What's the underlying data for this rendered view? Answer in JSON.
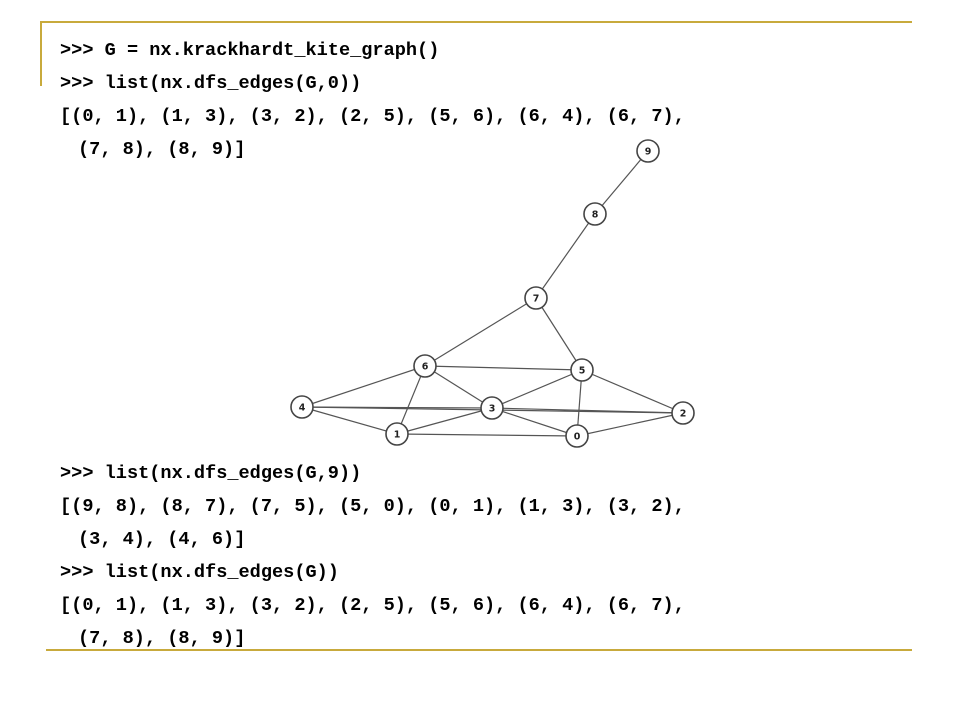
{
  "session": {
    "block1": {
      "line1": ">>> G = nx.krackhardt_kite_graph()",
      "line2": ">>> list(nx.dfs_edges(G,0))",
      "line3": "[(0, 1), (1, 3), (3, 2), (2, 5), (5, 6), (6, 4), (6, 7),",
      "line4": "(7, 8), (8, 9)]"
    },
    "block2": {
      "line1": ">>> list(nx.dfs_edges(G,9))",
      "line2": "[(9, 8), (8, 7), (7, 5), (5, 0), (0, 1), (1, 3), (3, 2),",
      "line3": "(3, 4), (4, 6)]"
    },
    "block3": {
      "line1": ">>> list(nx.dfs_edges(G))",
      "line2": "[(0, 1), (1, 3), (3, 2), (2, 5), (5, 6), (6, 4), (6, 7),",
      "line3": "(7, 8), (8, 9)]"
    }
  },
  "graph": {
    "nodes": [
      {
        "id": "0",
        "label": "0"
      },
      {
        "id": "1",
        "label": "1"
      },
      {
        "id": "2",
        "label": "2"
      },
      {
        "id": "3",
        "label": "3"
      },
      {
        "id": "4",
        "label": "4"
      },
      {
        "id": "5",
        "label": "5"
      },
      {
        "id": "6",
        "label": "6"
      },
      {
        "id": "7",
        "label": "7"
      },
      {
        "id": "8",
        "label": "8"
      },
      {
        "id": "9",
        "label": "9"
      }
    ],
    "edges": [
      [
        "4",
        "6"
      ],
      [
        "4",
        "1"
      ],
      [
        "4",
        "3"
      ],
      [
        "4",
        "2"
      ],
      [
        "6",
        "1"
      ],
      [
        "6",
        "3"
      ],
      [
        "6",
        "5"
      ],
      [
        "6",
        "7"
      ],
      [
        "1",
        "3"
      ],
      [
        "1",
        "0"
      ],
      [
        "3",
        "5"
      ],
      [
        "3",
        "0"
      ],
      [
        "3",
        "2"
      ],
      [
        "5",
        "0"
      ],
      [
        "5",
        "2"
      ],
      [
        "5",
        "7"
      ],
      [
        "0",
        "2"
      ],
      [
        "7",
        "8"
      ],
      [
        "8",
        "9"
      ]
    ]
  },
  "colors": {
    "rule": "#c8aa3c",
    "text": "#000000",
    "node_stroke": "#444444",
    "edge": "#555555"
  }
}
